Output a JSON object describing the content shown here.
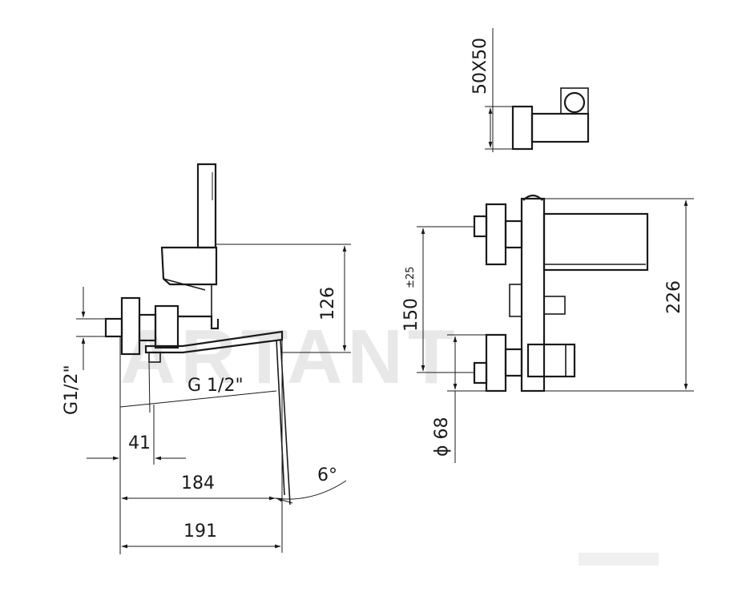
{
  "watermark": "ARTANT",
  "side_view": {
    "dim_height_top": "126",
    "thread_label_inlet": "G1/2\"",
    "thread_label_outlet": "G 1/2\"",
    "dim_offset": "41",
    "dim_spout_reach": "184",
    "dim_total_reach": "191",
    "angle_label": "6°"
  },
  "holder_view": {
    "dim_holder": "50X50"
  },
  "front_view": {
    "dim_centers": "150",
    "dim_centers_tolerance": "±25",
    "dim_rosette": "ϕ 68",
    "dim_total_height": "226"
  }
}
